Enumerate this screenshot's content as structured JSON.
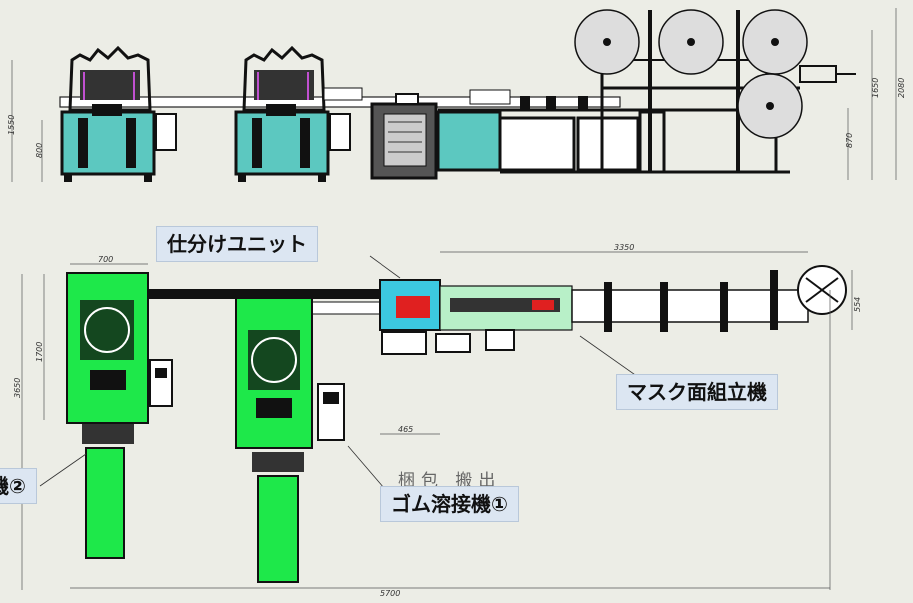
{
  "labels": {
    "sorting_unit": "仕分けユニット",
    "mask_body_assembly": "マスク面組立機",
    "elastic_welder_1": "ゴム溶接機①",
    "elastic_welder_2_partial": "機②"
  },
  "handwriting": "梱包 搬出",
  "dimensions": {
    "front_overall_left": "1550",
    "front_lower_left": "800",
    "front_right_upper": "1650",
    "front_right_overall": "2080",
    "front_right_lower": "870",
    "plan_machine_width": "700",
    "plan_line_length": "3350",
    "plan_machine_depth": "1700",
    "plan_overall_depth": "3650",
    "plan_unit_width": "465",
    "plan_roll_width": "554",
    "plan_overall_length": "5700"
  },
  "colors": {
    "background": "#ecede6",
    "teal_housing": "#5cc8c0",
    "green_housing": "#1ee84a",
    "light_green": "#b8f0c8",
    "label_bg": "#dce6f2",
    "red_part": "#e02020"
  }
}
